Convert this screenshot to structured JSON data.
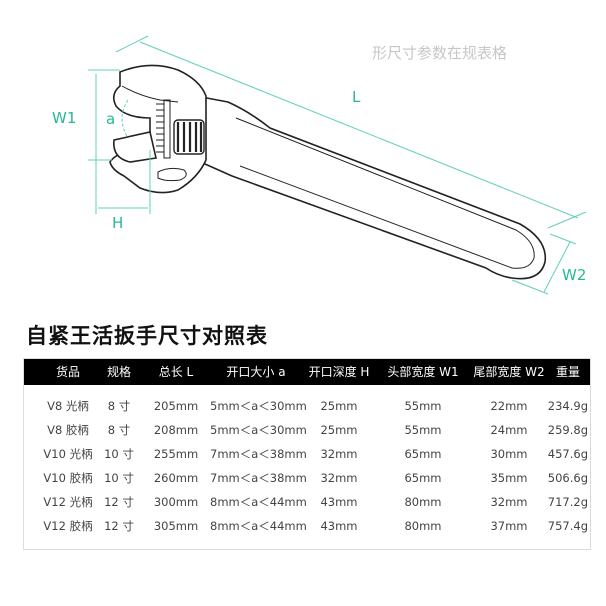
{
  "diagram": {
    "faded_caption": "形尺寸参数在规表格",
    "labels": {
      "w1": "W1",
      "a": "a",
      "h": "H",
      "l": "L",
      "w2": "W2"
    }
  },
  "table": {
    "title": "自紧王活扳手尺寸对照表",
    "columns": [
      "货品",
      "规格",
      "总长 L",
      "开口大小 a",
      "开口深度 H",
      "头部宽度 W1",
      "尾部宽度 W2",
      "重量"
    ],
    "rows": [
      [
        "V8 光柄",
        "8 寸",
        "205mm",
        "5mm＜a＜30mm",
        "25mm",
        "55mm",
        "22mm",
        "234.9g"
      ],
      [
        "V8 胶柄",
        "8 寸",
        "208mm",
        "5mm＜a＜30mm",
        "25mm",
        "55mm",
        "24mm",
        "259.8g"
      ],
      [
        "V10 光柄",
        "10 寸",
        "255mm",
        "7mm＜a＜38mm",
        "32mm",
        "65mm",
        "30mm",
        "457.6g"
      ],
      [
        "V10 胶柄",
        "10 寸",
        "260mm",
        "7mm＜a＜38mm",
        "32mm",
        "65mm",
        "35mm",
        "506.6g"
      ],
      [
        "V12 光柄",
        "12 寸",
        "300mm",
        "8mm＜a＜44mm",
        "43mm",
        "80mm",
        "32mm",
        "717.2g"
      ],
      [
        "V12 胶柄",
        "12 寸",
        "305mm",
        "8mm＜a＜44mm",
        "43mm",
        "80mm",
        "37mm",
        "757.4g"
      ]
    ]
  }
}
